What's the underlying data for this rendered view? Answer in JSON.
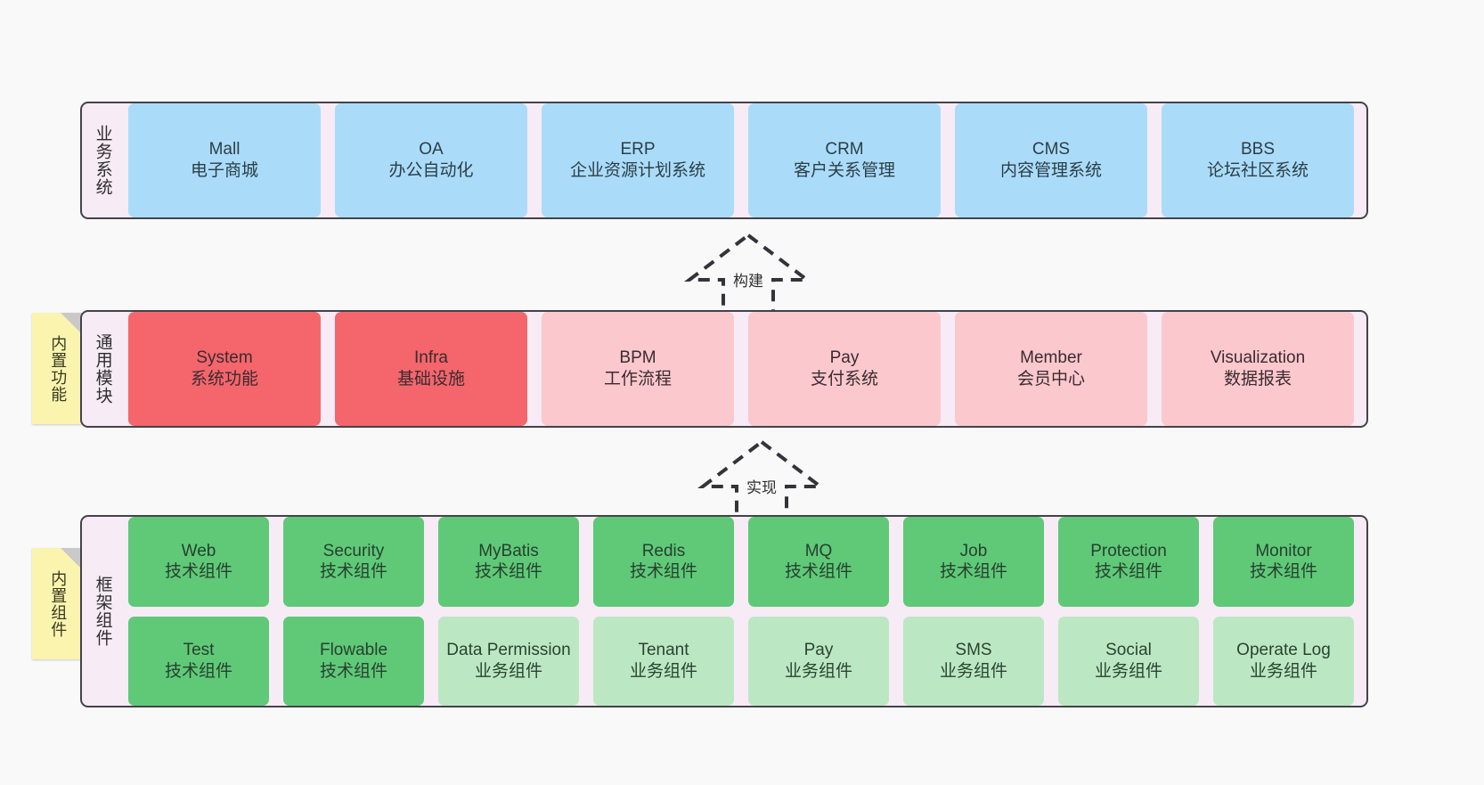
{
  "diagram": {
    "background": "#f9f9f9",
    "container_fill": "#f6ebf4",
    "container_stroke": "#44424a"
  },
  "layers": [
    {
      "id": "business-systems",
      "title": "业务系统",
      "rows": [
        [
          {
            "title": "Mall",
            "sub": "电子商城",
            "color": "blue"
          },
          {
            "title": "OA",
            "sub": "办公自动化",
            "color": "blue"
          },
          {
            "title": "ERP",
            "sub": "企业资源计划系统",
            "color": "blue"
          },
          {
            "title": "CRM",
            "sub": "客户关系管理",
            "color": "blue"
          },
          {
            "title": "CMS",
            "sub": "内容管理系统",
            "color": "blue"
          },
          {
            "title": "BBS",
            "sub": "论坛社区系统",
            "color": "blue"
          }
        ]
      ]
    },
    {
      "id": "common-modules",
      "title": "通用模块",
      "note": "内置功能",
      "rows": [
        [
          {
            "title": "System",
            "sub": "系统功能",
            "color": "red"
          },
          {
            "title": "Infra",
            "sub": "基础设施",
            "color": "red"
          },
          {
            "title": "BPM",
            "sub": "工作流程",
            "color": "pink"
          },
          {
            "title": "Pay",
            "sub": "支付系统",
            "color": "pink"
          },
          {
            "title": "Member",
            "sub": "会员中心",
            "color": "pink"
          },
          {
            "title": "Visualization",
            "sub": "数据报表",
            "color": "pink"
          }
        ]
      ]
    },
    {
      "id": "framework-components",
      "title": "框架组件",
      "note": "内置组件",
      "rows": [
        [
          {
            "title": "Web",
            "sub": "技术组件",
            "color": "green"
          },
          {
            "title": "Security",
            "sub": "技术组件",
            "color": "green"
          },
          {
            "title": "MyBatis",
            "sub": "技术组件",
            "color": "green"
          },
          {
            "title": "Redis",
            "sub": "技术组件",
            "color": "green"
          },
          {
            "title": "MQ",
            "sub": "技术组件",
            "color": "green"
          },
          {
            "title": "Job",
            "sub": "技术组件",
            "color": "green"
          },
          {
            "title": "Protection",
            "sub": "技术组件",
            "color": "green"
          },
          {
            "title": "Monitor",
            "sub": "技术组件",
            "color": "green"
          }
        ],
        [
          {
            "title": "Test",
            "sub": "技术组件",
            "color": "green"
          },
          {
            "title": "Flowable",
            "sub": "技术组件",
            "color": "green"
          },
          {
            "title": "Data Permission",
            "sub": "业务组件",
            "color": "green-light",
            "wrap": true
          },
          {
            "title": "Tenant",
            "sub": "业务组件",
            "color": "green-light"
          },
          {
            "title": "Pay",
            "sub": "业务组件",
            "color": "green-light"
          },
          {
            "title": "SMS",
            "sub": "业务组件",
            "color": "green-light"
          },
          {
            "title": "Social",
            "sub": "业务组件",
            "color": "green-light"
          },
          {
            "title": "Operate Log",
            "sub": "业务组件",
            "color": "green-light"
          }
        ]
      ]
    }
  ],
  "connectors": [
    {
      "id": "build",
      "label": "构建"
    },
    {
      "id": "realize",
      "label": "实现"
    }
  ]
}
